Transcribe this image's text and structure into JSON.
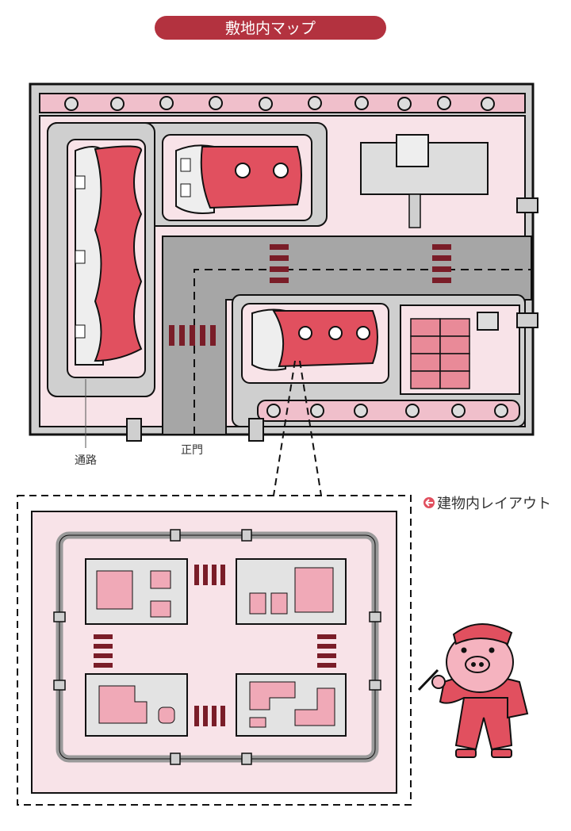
{
  "title": "敷地内マップ",
  "labels": {
    "walkway": "通路",
    "main_gate": "正門",
    "building_layout": "建物内レイアウト"
  },
  "icons": {
    "layout_link": "arrow-left-circle-icon"
  },
  "colors": {
    "title_bg": "#b3323f",
    "building_red": "#e1505f",
    "ground_pink": "#f8e3e8",
    "walkway_gray": "#cfcfcf",
    "road_gray": "#a6a6a6",
    "crosswalk": "#7a1d28"
  }
}
